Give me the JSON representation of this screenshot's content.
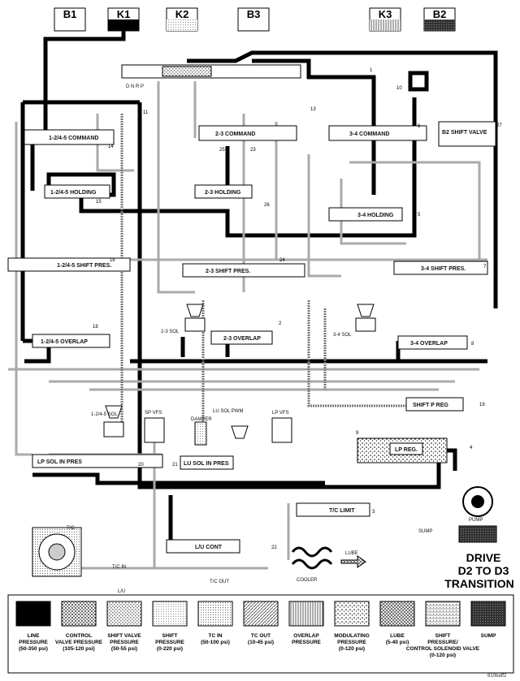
{
  "clutches": [
    {
      "id": "B1",
      "label": "B1"
    },
    {
      "id": "K1",
      "label": "K1"
    },
    {
      "id": "K2",
      "label": "K2"
    },
    {
      "id": "B3",
      "label": "B3"
    },
    {
      "id": "K3",
      "label": "K3"
    },
    {
      "id": "B2",
      "label": "B2"
    }
  ],
  "valves": {
    "cmd_1245": "1-2/4-5 COMMAND",
    "cmd_23": "2-3 COMMAND",
    "cmd_34": "3-4 COMMAND",
    "b2_shift": "B2 SHIFT VALVE",
    "hold_1245": "1-2/4-5 HOLDING",
    "hold_23": "2-3 HOLDING",
    "hold_34": "3-4 HOLDING",
    "shift_pres_1245": "1-2/4-5 SHIFT PRES.",
    "shift_pres_23": "2-3 SHIFT PRES.",
    "shift_pres_34": "3-4 SHIFT PRES.",
    "overlap_1245": "1-2/4-5 OVERLAP",
    "overlap_23": "2-3 OVERLAP",
    "overlap_34": "3-4 OVERLAP",
    "shift_p_reg": "SHIFT P REG",
    "lp_reg": "LP REG.",
    "lp_sol_in_pres": "LP SOL IN PRES",
    "lu_sol_in_pres": "LU SOL IN PRES",
    "tc_limit": "T/C LIMIT",
    "lu_cont": "L/U CONT"
  },
  "solenoids": {
    "sol_1245": "1-2/4-5 SOL",
    "sol_23": "2-3 SOL",
    "sol_34": "3-4 SOL",
    "sp_vfs": "SP VFS",
    "lu_sol_pwm": "LU SOL PWM",
    "lp_vfs": "LP VFS",
    "damper": "DAMPER"
  },
  "manual_positions": "D N R P",
  "numbers": [
    "1",
    "2",
    "3",
    "4",
    "5",
    "6",
    "7",
    "8",
    "9",
    "10",
    "11",
    "13",
    "14",
    "15",
    "16",
    "18",
    "19",
    "20",
    "21",
    "22",
    "23",
    "24",
    "25",
    "26",
    "27"
  ],
  "misc": {
    "tc": "T/C",
    "tc_in": "T/C IN",
    "tc_out": "T/C OUT",
    "lu": "L/U",
    "lube": "LUBE",
    "cooler": "COOLER",
    "sump": "SUMP",
    "pump": "PUMP"
  },
  "title": {
    "line1": "DRIVE",
    "line2": "D2 TO D3",
    "line3": "TRANSITION"
  },
  "legend": [
    {
      "name": "LINE",
      "sub": "PRESSURE",
      "range": "(50-350 psi)"
    },
    {
      "name": "CONTROL",
      "sub": "VALVE PRESSURE",
      "range": "(105-120 psi)"
    },
    {
      "name": "SHIFT VALVE",
      "sub": "PRESSURE",
      "range": "(50-55 psi)"
    },
    {
      "name": "SHIFT",
      "sub": "PRESSURE",
      "range": "(0-220 psi)"
    },
    {
      "name": "TC IN",
      "sub": "",
      "range": "(50-100 psi)"
    },
    {
      "name": "TC OUT",
      "sub": "",
      "range": "(10-45 psi)"
    },
    {
      "name": "OVERLAP",
      "sub": "PRESSURE",
      "range": ""
    },
    {
      "name": "MODULATING",
      "sub": "PRESSURE",
      "range": "(0-120 psi)"
    },
    {
      "name": "LUBE",
      "sub": "",
      "range": "(5-40 psi)"
    },
    {
      "name": "SHIFT",
      "sub": "PRESSURE/ CONTROL SOLENOID VALVE",
      "range": "(0-120 psi)"
    },
    {
      "name": "SUMP",
      "sub": "",
      "range": ""
    }
  ],
  "footer_code": "810baff2"
}
